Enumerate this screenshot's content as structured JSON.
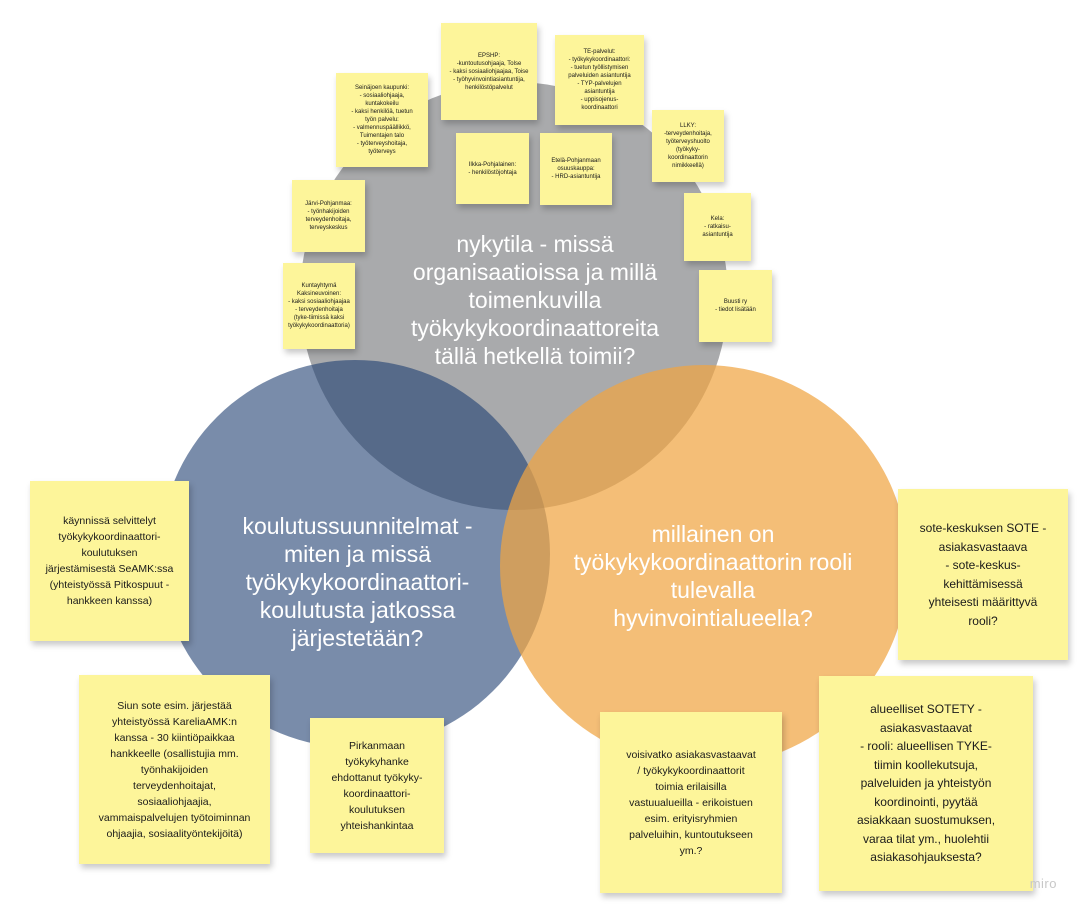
{
  "circles": {
    "top": {
      "text": "nykytila - missä\norganisaatioissa ja millä\ntoimenkuvilla\ntyökykykoordinaattoreita\ntällä hetkellä toimii?",
      "color": "#707174"
    },
    "left": {
      "text": "koulutussuunnitelmat -\nmiten ja missä\ntyökykykoordinaattori-\nkoulutusta jatkossa\njärjestetään?",
      "color": "#1f3f72"
    },
    "right": {
      "text": "millainen on\ntyökykykoordinaattorin rooli\ntulevalla\nhyvinvointialueella?",
      "color": "#f0a542"
    }
  },
  "notes": {
    "epsp": "EPSHP:\n-kuntoutusohjaaja, Tolse\n- kaksi sosiaaliohjaajaa, Toise\n- työhyvinvointiasiantuntija,\nhenkilöstöpalvelut",
    "tepalvelut": "TE-palvelut:\n- työkykykoordinaattori:\n- tuetun työllistymisen\npalveluiden asiantuntija\n- TYP-palvelujen\nasiantuntija\n- uppisojenus-\nkoordinaattori",
    "seinajoki": "Seinäjoen kaupunki:\n- sosiaaliohjaaja,\nkuntakokeilu\n- kaksi henkilöä, tuetun\ntyön palvelu:\n- valmennuspäällikkö,\nTuimentajen talo\n- työterveyshoitaja,\ntyöterveys",
    "llky": "LLKY:\n-terveydenhoitaja,\ntyöterveyshuolto\n(työkyky-\nkoordinaattorin\nnimikkeellä)",
    "ilkka": "Ilkka-Pohjalainen:\n- henkilöstöjohtaja",
    "etela": "Etelä-Pohjanmaan\nosuuskauppa:\n- HRD-asiantuntija",
    "jarvi": "Järvi-Pohjanmaa:\n- työnhakijoiden\nterveydenhoitaja,\nterveyskeskus",
    "kela": "Kela:\n- ratkaisu-\nasiantuntija",
    "kuntayhtyma": "Kuntayhtymä\nKaksineuvoinen:\n- kaksi sosiaaliohjaajaa\n- terveydenhoitaja\n(tyke-tiimissä kaksi\ntyökykykoordinaattoria)",
    "buusti": "Buusti ry\n- tiedot lisätään",
    "kaynnissa": "käynnissä selvittelyt\ntyökykykoordinaattori-\nkoulutuksen\njärjestämisestä SeAMK:ssa\n(yhteistyössä Pitkospuut -\nhankkeen kanssa)",
    "siun": "Siun sote esim. järjestää\nyhteistyössä KareliaAMK:n\nkanssa - 30 kiintiöpaikkaa\nhankkeelle (osallistujia mm.\ntyönhakijoiden\nterveydenhoitajat,\nsosiaaliohjaajia,\nvammaispalvelujen työtoiminnan\nohjaajia, sosiaalityöntekijöitä)",
    "pirkanmaan": "Pirkanmaan\ntyökykyhanke\nehdottanut työkyky-\nkoordinaattori-\nkoulutuksen\nyhteishankintaa",
    "sote": "sote-keskuksen SOTE -\nasiakasvastaava\n- sote-keskus-\nkehittämisessä\nyhteisesti määrittyvä\nrooli?",
    "voisivatko": "voisivatko asiakasvastaavat\n/ työkykykoordinaattorit\ntoimia erilaisilla\nvastuualueilla - erikoistuen\nesim. erityisryhmien\npalveluihin, kuntoutukseen\nym.?",
    "alueelliset": "alueelliset SOTETY -\nasiakasvastaavat\n- rooli: alueellisen TYKE-\ntiimin koollekutsuja,\npalveluiden ja yhteistyön\nkoordinointi, pyytää\nasiakkaan suostumuksen,\nvaraa tilat ym., huolehtii\nasiakasohjauksesta?"
  },
  "watermark": "miro",
  "note_color": "#fdf59a"
}
